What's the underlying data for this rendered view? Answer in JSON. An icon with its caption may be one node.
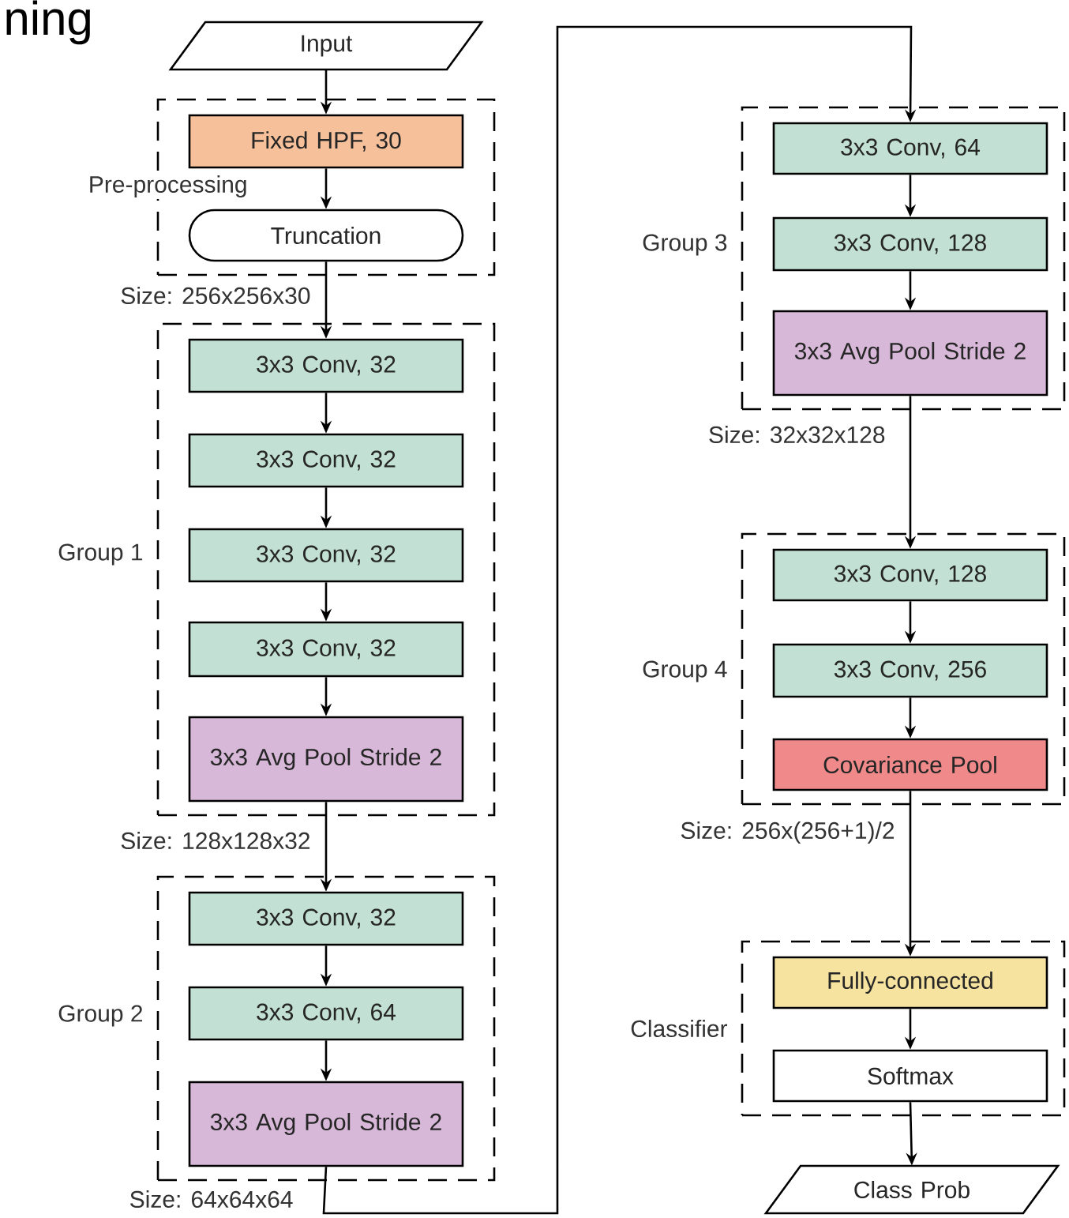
{
  "diagram": {
    "nodes": [
      {
        "text": [
          "Input"
        ]
      },
      {
        "text": [
          "Pre-processing"
        ]
      },
      {
        "text": [
          "Fixed HPF, 30"
        ],
        "in": 1
      },
      {
        "text": [
          "Truncation"
        ],
        "in": 1
      },
      {
        "text": [
          "Group 1"
        ]
      },
      {
        "text": [
          "3x3 Conv, 32"
        ],
        "in": 4
      },
      {
        "text": [
          "3x3 Conv, 32"
        ],
        "in": 4
      },
      {
        "text": [
          "3x3 Conv, 32"
        ],
        "in": 4
      },
      {
        "text": [
          "3x3 Conv, 32"
        ],
        "in": 4
      },
      {
        "text": [
          "3x3 Avg Pool Stride 2"
        ],
        "in": 4
      },
      {
        "text": [
          "Group 2"
        ]
      },
      {
        "text": [
          "3x3 Conv, 32"
        ],
        "in": 10
      },
      {
        "text": [
          "3x3 Conv, 64"
        ],
        "in": 10
      },
      {
        "text": [
          "3x3 Avg Pool Stride 2"
        ],
        "in": 10
      },
      {
        "text": [
          "Group 3"
        ]
      },
      {
        "text": [
          "3x3 Conv, 64"
        ],
        "in": 14
      },
      {
        "text": [
          "3x3 Conv, 128"
        ],
        "in": 14
      },
      {
        "text": [
          "3x3 Avg Pool Stride 2"
        ],
        "in": 14
      },
      {
        "text": [
          "Group 4"
        ]
      },
      {
        "text": [
          "3x3 Conv, 128"
        ],
        "in": 18
      },
      {
        "text": [
          "3x3 Conv, 256"
        ],
        "in": 18
      },
      {
        "text": [
          "Covariance Pool"
        ],
        "in": 18
      },
      {
        "text": [
          "Classifier"
        ]
      },
      {
        "text": [
          "Fully-connected"
        ],
        "in": 22
      },
      {
        "text": [
          "Softmax"
        ],
        "in": 22
      },
      {
        "text": [
          "Class Prob"
        ]
      }
    ],
    "edges": [
      {
        "from": 0,
        "to": 2,
        "arrow": "to"
      },
      {
        "from": 2,
        "to": 3,
        "arrow": "to"
      },
      {
        "from": 3,
        "to": 5,
        "arrow": "to",
        "label": "Size: 256x256x30"
      },
      {
        "from": 5,
        "to": 6,
        "arrow": "to"
      },
      {
        "from": 6,
        "to": 7,
        "arrow": "to"
      },
      {
        "from": 7,
        "to": 8,
        "arrow": "to"
      },
      {
        "from": 8,
        "to": 9,
        "arrow": "to"
      },
      {
        "from": 9,
        "to": 11,
        "arrow": "to",
        "label": "Size: 128x128x32"
      },
      {
        "from": 11,
        "to": 12,
        "arrow": "to"
      },
      {
        "from": 12,
        "to": 13,
        "arrow": "to"
      },
      {
        "from": 13,
        "to": 15,
        "arrow": "to",
        "label": "Size: 64x64x64"
      },
      {
        "from": 15,
        "to": 16,
        "arrow": "to"
      },
      {
        "from": 16,
        "to": 17,
        "arrow": "to"
      },
      {
        "from": 17,
        "to": 19,
        "arrow": "to",
        "label": "Size: 32x32x128"
      },
      {
        "from": 19,
        "to": 20,
        "arrow": "to"
      },
      {
        "from": 20,
        "to": 21,
        "arrow": "to"
      },
      {
        "from": 21,
        "to": 23,
        "arrow": "to",
        "label": "Size: 256x(256+1)/2"
      },
      {
        "from": 23,
        "to": 24,
        "arrow": "to"
      },
      {
        "from": 24,
        "to": 25,
        "arrow": "to"
      }
    ],
    "labels": [
      "ning"
    ]
  }
}
